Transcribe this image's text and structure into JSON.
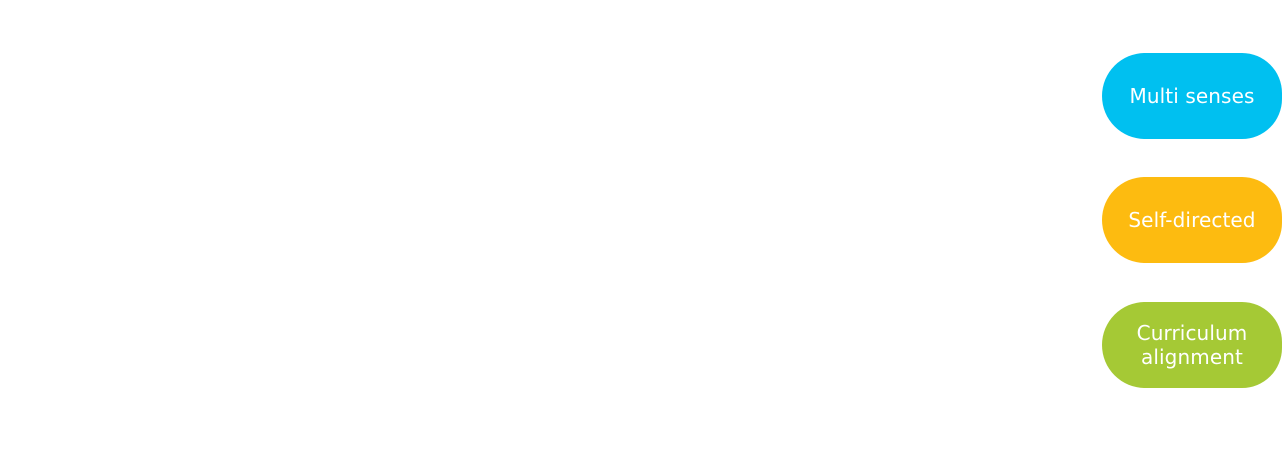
{
  "features": [
    {
      "label": "Multi senses",
      "color": "#00c0f0"
    },
    {
      "label": "Self-directed",
      "color": "#fdbb10"
    },
    {
      "label": "Curriculum alignment",
      "color": "#a5c935"
    }
  ]
}
